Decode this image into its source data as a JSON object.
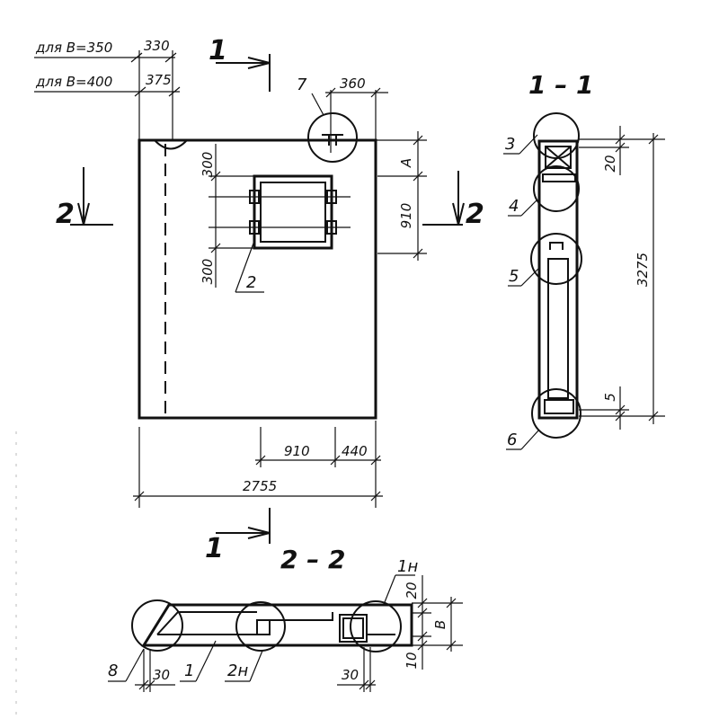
{
  "notes": {
    "b350": "для B=350",
    "b400": "для B=400"
  },
  "dims": {
    "top_330": "330",
    "top_375": "375",
    "top_360": "360",
    "v_300_top": "300",
    "v_300_bot": "300",
    "v_a": "A",
    "v_910": "910",
    "h_910": "910",
    "h_440": "440",
    "h_2755": "2755",
    "s11_20": "20",
    "s11_3275": "3275",
    "s11_5": "5",
    "s22_1n": "1н",
    "s22_20": "20",
    "s22_b": "B",
    "s22_10": "10",
    "s22_30_left": "30",
    "s22_30_right": "30"
  },
  "callouts": {
    "c2": "2",
    "c3": "3",
    "c4": "4",
    "c5": "5",
    "c6": "6",
    "c7": "7",
    "c8": "8",
    "c1": "1",
    "c2n": "2н"
  },
  "section_marks": {
    "cut1_top": "1",
    "cut1_bottom": "1",
    "cut2_left": "2",
    "cut2_right": "2"
  },
  "section_titles": {
    "s11": "1 – 1",
    "s22": "2 – 2"
  }
}
